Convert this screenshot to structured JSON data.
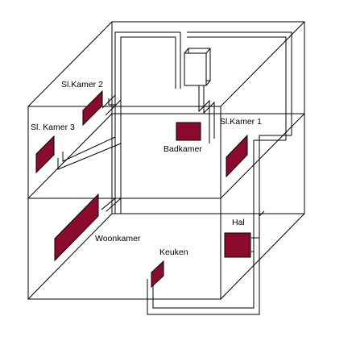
{
  "rooms": {
    "sl_kamer_2": "Sl.Kamer 2",
    "sl_kamer_3": "Sl. Kamer 3",
    "sl_kamer_1": "Sl.Kamer 1",
    "badkamer": "Badkamer",
    "woonkamer": "Woonkamer",
    "keuken": "Keuken",
    "hal": "Hal"
  },
  "colors": {
    "radiator": "#8b0a2e",
    "line": "#000000",
    "background": "#ffffff"
  }
}
